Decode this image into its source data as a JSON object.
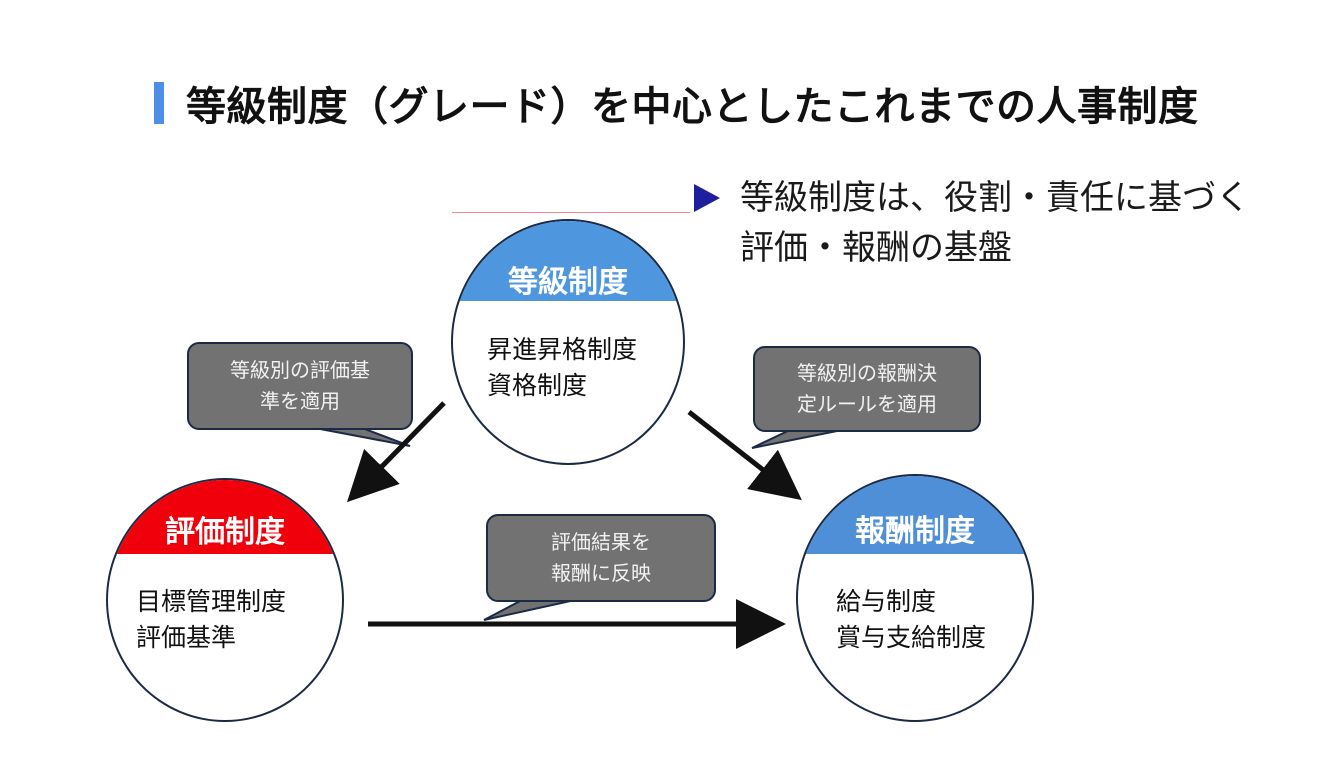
{
  "header": {
    "title": "等級制度（グレード）を中心としたこれまでの人事制度"
  },
  "bullet": {
    "line1": "等級制度は、役割・責任に基づく",
    "line2": "評価・報酬の基盤"
  },
  "nodes": {
    "grade": {
      "title": "等級制度",
      "items": "昇進昇格制度\n資格制度",
      "color": "#4e97df"
    },
    "eval": {
      "title": "評価制度",
      "items": "目標管理制度\n評価基準",
      "color": "#f0000a"
    },
    "reward": {
      "title": "報酬制度",
      "items": "給与制度\n賞与支給制度",
      "color": "#4e8fd8"
    }
  },
  "callouts": {
    "left": "等級別の評価基\n準を適用",
    "right": "等級別の報酬決\n定ルールを適用",
    "mid": "評価結果を\n報酬に反映"
  }
}
